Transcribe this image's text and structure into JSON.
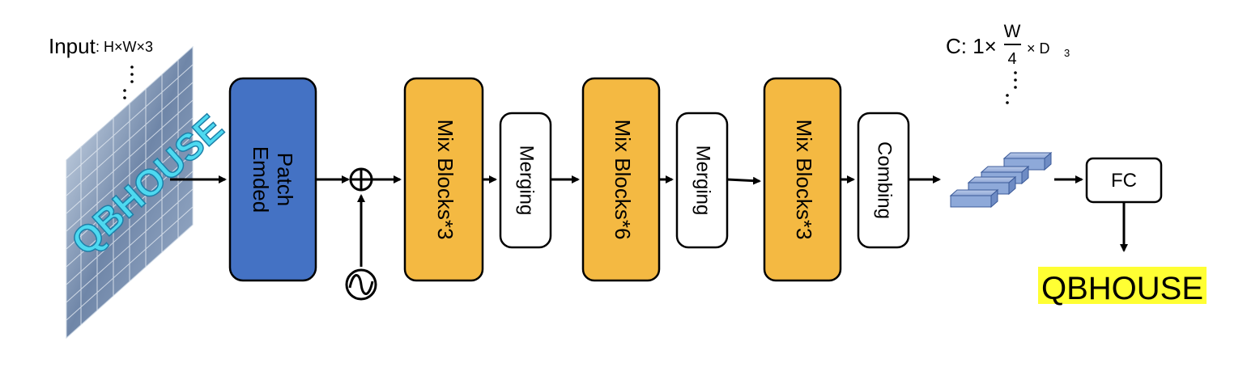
{
  "input": {
    "label": "Input",
    "dims": ": H×W×3",
    "image_text": "QBHOUSE"
  },
  "blocks": {
    "patch_embed": {
      "line1": "Patch",
      "line2": "Emded",
      "color": "#4472C4"
    },
    "mix1": {
      "line1": "Mix  Blocks*3",
      "color": "#F4B942"
    },
    "merging1": {
      "label": "Merging"
    },
    "mix2": {
      "line1": "Mix  Blocks*6",
      "color": "#F4B942"
    },
    "merging2": {
      "label": "Merging"
    },
    "mix3": {
      "line1": "Mix  Blocks*3",
      "color": "#F4B942"
    },
    "combing": {
      "label": "Combing"
    }
  },
  "output_dims": {
    "prefix": "C: 1×",
    "numerator": "W",
    "denominator": "4",
    "suffix": "× D",
    "subscript": "3"
  },
  "fc": {
    "label": "FC"
  },
  "result": {
    "text": "QBHOUSE",
    "highlight": "#FFFF33"
  },
  "symbols": {
    "plus": "⊕",
    "sine": "∿"
  }
}
